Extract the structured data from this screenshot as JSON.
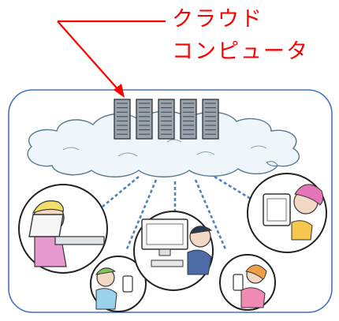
{
  "callout": {
    "lines": [
      "クラウド",
      "コンピュータ"
    ],
    "color": "#ff0000"
  },
  "diagram": {
    "frame_color": "#4472c4",
    "servers": 5,
    "devices": [
      {
        "kind": "laptop-user-icon"
      },
      {
        "kind": "smartphone-child-icon"
      },
      {
        "kind": "desktop-pc-user-icon"
      },
      {
        "kind": "smartphone-girl-icon"
      },
      {
        "kind": "tablet-user-icon"
      }
    ]
  }
}
